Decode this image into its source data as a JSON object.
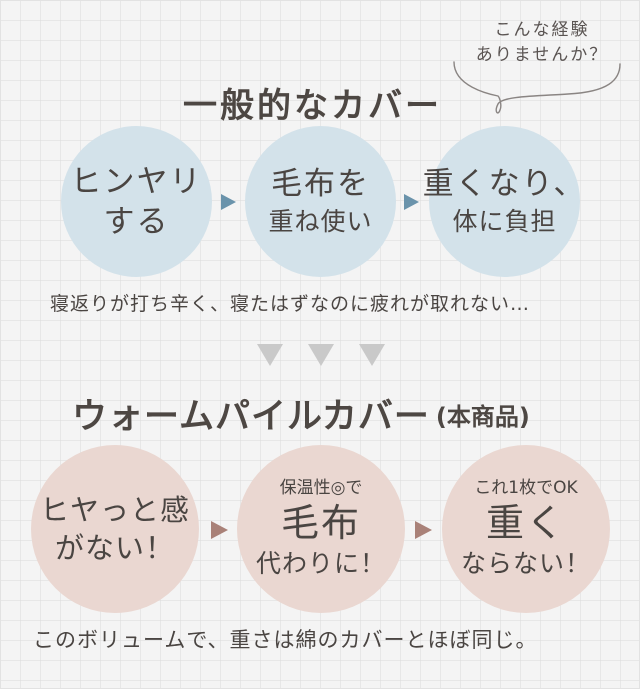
{
  "bubble": {
    "line1": "こんな経験",
    "line2": "ありませんか？"
  },
  "section_general": {
    "title": "一般的なカバー",
    "circles": [
      {
        "line1": "ヒンヤリ",
        "line2": "する"
      },
      {
        "line1": "毛布を",
        "line2": "重ね使い"
      },
      {
        "line1": "重くなり、",
        "line2": "体に負担"
      }
    ],
    "caption": "寝返りが打ち辛く、寝たはずなのに疲れが取れない…"
  },
  "section_product": {
    "title": "ウォームパイルカバー",
    "title_suffix": "(本商品)",
    "circles": [
      {
        "line1": "ヒヤっと感",
        "line2": "がない！"
      },
      {
        "top": "保温性◎で",
        "main": "毛布",
        "bottom": "代わりに！"
      },
      {
        "top": "これ1枚でOK",
        "main": "重く",
        "bottom": "ならない！"
      }
    ],
    "caption": "このボリュームで、重さは綿のカバーとほぼ同じ。"
  },
  "icons": {
    "flow_arrow": "triangle-right",
    "transition_arrow": "triangle-down"
  },
  "colors": {
    "background": "#f4f4f4",
    "grid_line": "#dcdcdc",
    "general_circle": "#d3e2ea",
    "general_arrow": "#6a93ab",
    "product_circle": "#ead7d1",
    "product_arrow": "#a98178",
    "down_arrow": "#c9c9c9",
    "text": "#4a4542"
  }
}
